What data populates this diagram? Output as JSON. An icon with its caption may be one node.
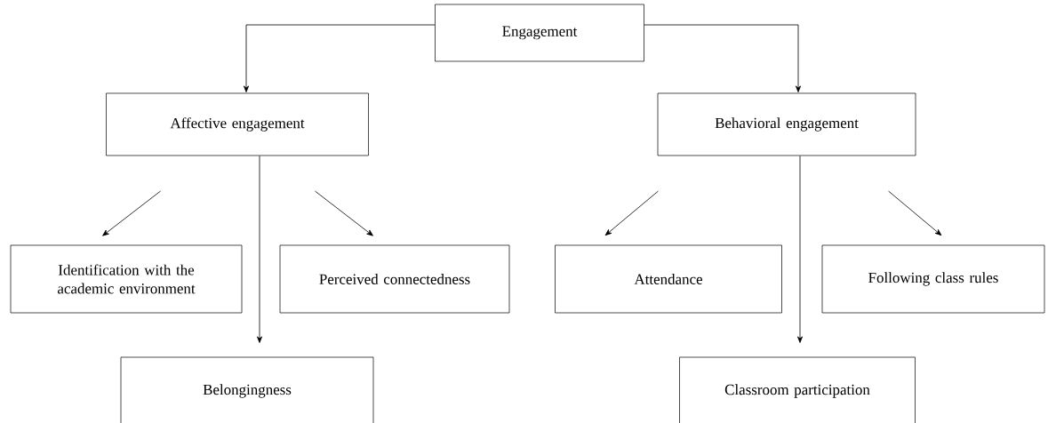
{
  "diagram": {
    "nodes": [
      {
        "text": [
          "Engagement"
        ]
      },
      {
        "text": [
          "Affective engagement"
        ]
      },
      {
        "text": [
          "Behavioral engagement"
        ]
      },
      {
        "text": [
          "Identification with the academic environment"
        ]
      },
      {
        "text": [
          "Perceived connectedness"
        ]
      },
      {
        "text": [
          "Belongingness"
        ]
      },
      {
        "text": [
          "Attendance"
        ]
      },
      {
        "text": [
          "Following class rules"
        ]
      },
      {
        "text": [
          "Classroom participation"
        ]
      }
    ],
    "edges": [
      {
        "from": 0,
        "to": 1,
        "arrow": "to"
      },
      {
        "from": 0,
        "to": 2,
        "arrow": "to"
      },
      {
        "from": 1,
        "to": 3,
        "arrow": "to"
      },
      {
        "from": 1,
        "to": 5,
        "arrow": "to"
      },
      {
        "from": 1,
        "to": 4,
        "arrow": "to"
      },
      {
        "from": 2,
        "to": 6,
        "arrow": "to"
      },
      {
        "from": 2,
        "to": 8,
        "arrow": "to"
      },
      {
        "from": 2,
        "to": 7,
        "arrow": "to"
      }
    ]
  }
}
